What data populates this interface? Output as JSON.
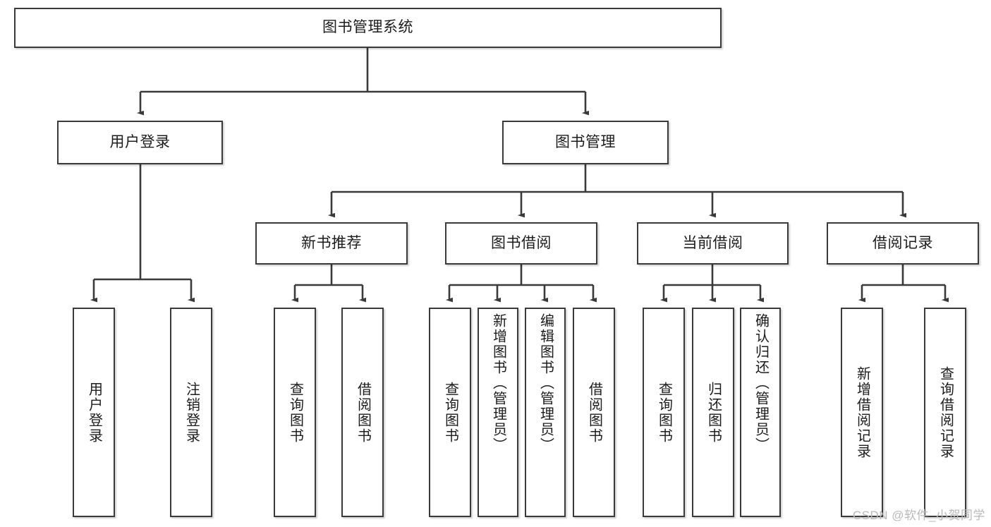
{
  "diagram": {
    "type": "tree",
    "title": "图书管理系统",
    "root": {
      "label": "图书管理系统"
    },
    "level1": [
      {
        "label": "用户登录"
      },
      {
        "label": "图书管理"
      }
    ],
    "level2": [
      {
        "label": "新书推荐"
      },
      {
        "label": "图书借阅"
      },
      {
        "label": "当前借阅"
      },
      {
        "label": "借阅记录"
      }
    ],
    "leaves": {
      "user_login": [
        {
          "label": "用户登录"
        },
        {
          "label": "注销登录"
        }
      ],
      "new_book": [
        {
          "label": "查询图书"
        },
        {
          "label": "借阅图书"
        }
      ],
      "book_borrow": [
        {
          "label": "查询图书"
        },
        {
          "label": "新增图书（管理员）"
        },
        {
          "label": "编辑图书（管理员）"
        },
        {
          "label": "借阅图书"
        }
      ],
      "current_borrow": [
        {
          "label": "查询图书"
        },
        {
          "label": "归还图书"
        },
        {
          "label": "确认归还（管理员）"
        }
      ],
      "borrow_record": [
        {
          "label": "新增借阅记录"
        },
        {
          "label": "查询借阅记录"
        }
      ]
    }
  },
  "watermark": {
    "text": "CSDN @软件_小贺同学"
  },
  "colors": {
    "stroke": "#3a3a3a",
    "text": "#1c1c1c",
    "background": "#ffffff",
    "watermark": "#b9b9b9"
  }
}
